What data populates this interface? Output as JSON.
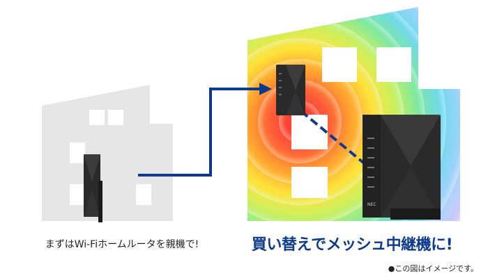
{
  "captions": {
    "left": "まずはWi-Fiホームルータを親機で!",
    "right": "買い替えでメッシュ中継機に!",
    "note": "●この図はイメージです。"
  },
  "router_brand": "NEC",
  "colors": {
    "accent": "#0d3a8f",
    "house_gray": "#e6e6e6",
    "router": "#2a2a2a"
  }
}
